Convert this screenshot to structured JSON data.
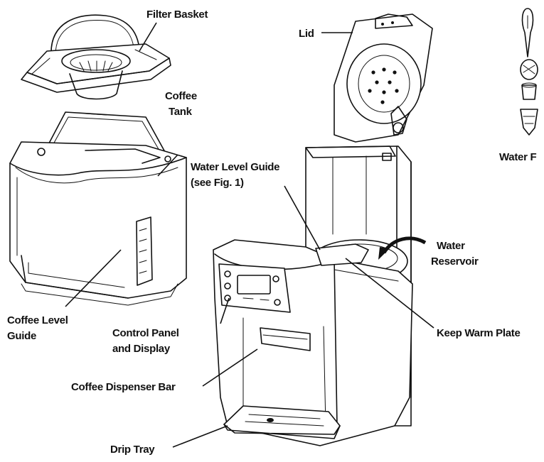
{
  "labels": {
    "filter_basket": "Filter Basket",
    "lid": "Lid",
    "coffee_tank_1": "Coffee",
    "coffee_tank_2": "Tank",
    "water_level_guide_1": "Water Level Guide",
    "water_level_guide_2": "(see Fig. 1)",
    "water_reservoir_1": "Water",
    "water_reservoir_2": "Reservoir",
    "water_filter_partial": "Water F",
    "coffee_level_guide_1": "Coffee Level",
    "coffee_level_guide_2": "Guide",
    "control_panel_1": "Control Panel",
    "control_panel_2": "and Display",
    "keep_warm_plate": "Keep Warm Plate",
    "coffee_dispenser_bar": "Coffee Dispenser Bar",
    "drip_tray": "Drip Tray"
  }
}
